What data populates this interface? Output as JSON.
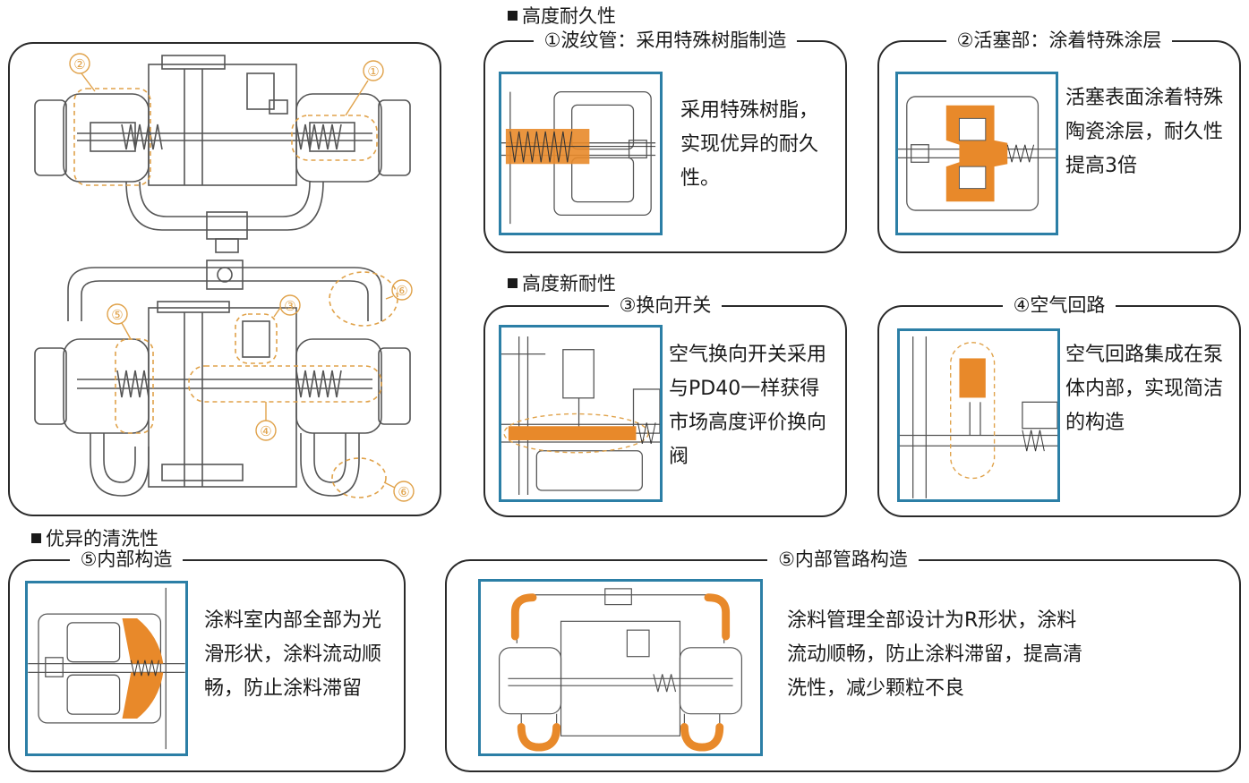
{
  "sections": {
    "durability": "高度耐久性",
    "new_durability": "高度新耐性",
    "cleaning": "优异的清洗性"
  },
  "markers": [
    "①",
    "②",
    "③",
    "④",
    "⑤",
    "⑥"
  ],
  "features": {
    "bellows": {
      "title": "①波纹管：采用特殊树脂制造",
      "desc": [
        "采用特殊树脂，",
        "实现优异的耐久",
        "性。"
      ]
    },
    "piston": {
      "title": "②活塞部：涂着特殊涂层",
      "desc": [
        "活塞表面涂着特殊",
        "陶瓷涂层，耐久性",
        "提高3倍"
      ]
    },
    "switch": {
      "title": "③换向开关",
      "desc": [
        "空气换向开关采用",
        "与PD40一样获得",
        "市场高度评价换向",
        "阀"
      ]
    },
    "air_circuit": {
      "title": "④空气回路",
      "desc": [
        "空气回路集成在泵",
        "体内部，实现简洁",
        "的构造"
      ]
    },
    "interior": {
      "title": "⑤内部构造",
      "desc": [
        "涂料室内部全部为光",
        "滑形状，涂料流动顺",
        "畅，防止涂料滞留"
      ]
    },
    "piping": {
      "title": "⑤内部管路构造",
      "desc": [
        "涂料管理全部设计为R形状，涂料",
        "流动顺畅，防止涂料滞留，提高清",
        "洗性，减少颗粒不良"
      ]
    }
  },
  "colors": {
    "highlight": "#e8892a",
    "frame": "#2c7fa6",
    "marker": "#e0a24a",
    "line": "#555555"
  }
}
